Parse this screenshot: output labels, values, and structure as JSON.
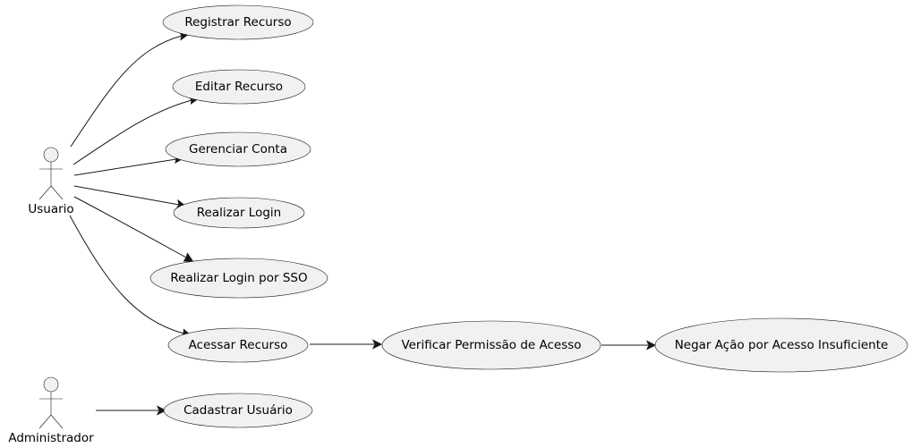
{
  "actors": [
    {
      "id": "usuario",
      "label": "Usuario"
    },
    {
      "id": "administrador",
      "label": "Administrador"
    }
  ],
  "usecases": [
    {
      "id": "registrar",
      "label": "Registrar Recurso"
    },
    {
      "id": "editar",
      "label": "Editar Recurso"
    },
    {
      "id": "gerenciar",
      "label": "Gerenciar Conta"
    },
    {
      "id": "login",
      "label": "Realizar Login"
    },
    {
      "id": "login_sso",
      "label": "Realizar Login por SSO"
    },
    {
      "id": "acessar",
      "label": "Acessar Recurso"
    },
    {
      "id": "verificar",
      "label": "Verificar Permissão de Acesso"
    },
    {
      "id": "negar",
      "label": "Negar Ação por Acesso Insuficiente"
    },
    {
      "id": "cadastrar",
      "label": "Cadastrar Usuário"
    }
  ],
  "relations": [
    {
      "from": "usuario",
      "to": "registrar"
    },
    {
      "from": "usuario",
      "to": "editar"
    },
    {
      "from": "usuario",
      "to": "gerenciar"
    },
    {
      "from": "usuario",
      "to": "login"
    },
    {
      "from": "usuario",
      "to": "login_sso"
    },
    {
      "from": "usuario",
      "to": "acessar"
    },
    {
      "from": "acessar",
      "to": "verificar"
    },
    {
      "from": "verificar",
      "to": "negar"
    },
    {
      "from": "administrador",
      "to": "cadastrar"
    }
  ],
  "colors": {
    "fill": "#f1f1f1",
    "stroke": "#181818",
    "text": "#000000"
  }
}
